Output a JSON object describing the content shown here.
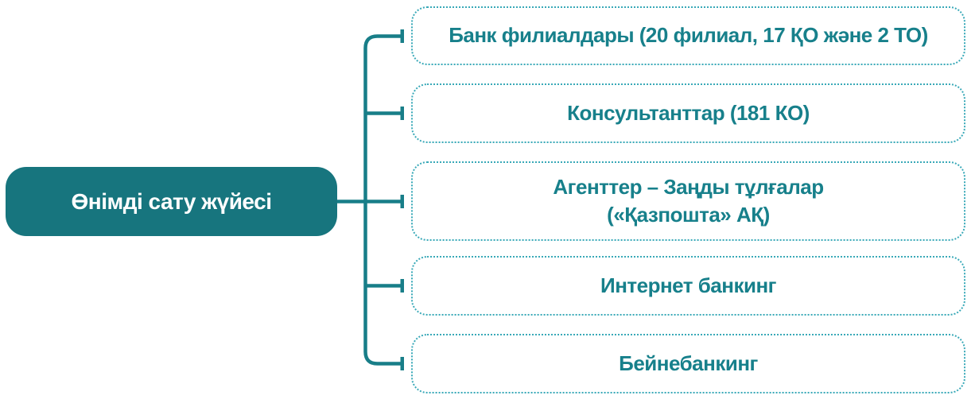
{
  "diagram": {
    "root": {
      "label": "Өнімді сату жүйесі"
    },
    "branches": [
      {
        "label": "Банк филиалдары (20 филиал, 17 ҚО және 2 ТО)"
      },
      {
        "label": "Консультанттар (181 КО)"
      },
      {
        "label": "Агенттер – Заңды тұлғалар\n(«Қазпошта» АҚ)"
      },
      {
        "label": "Интернет банкинг"
      },
      {
        "label": "Бейнебанкинг"
      }
    ],
    "colors": {
      "root_fill": "#17757E",
      "root_text": "#FFFFFF",
      "box_text": "#17808B",
      "box_border": "#39A9B8",
      "connector": "#187E88",
      "background": "#FFFFFF"
    }
  }
}
